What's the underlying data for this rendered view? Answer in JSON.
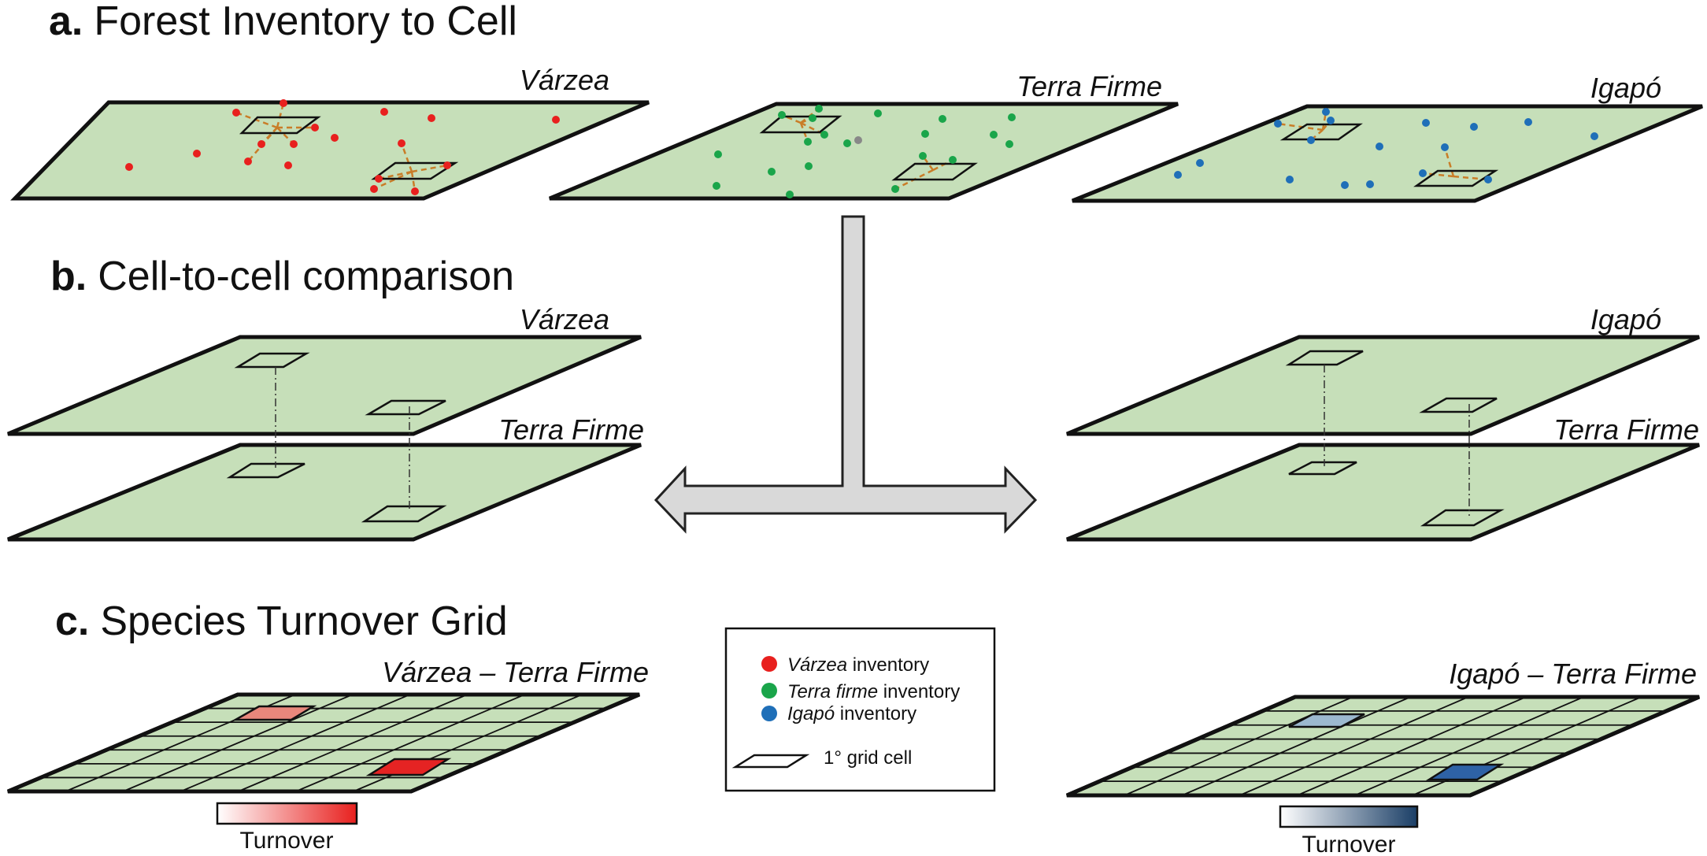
{
  "panels": {
    "a": {
      "letter": "a.",
      "title": "Forest Inventory to Cell"
    },
    "b": {
      "letter": "b.",
      "title": "Cell-to-cell comparison"
    },
    "c": {
      "letter": "c.",
      "title": "Species Turnover Grid"
    }
  },
  "labels": {
    "varzea": "Várzea",
    "terra_firme": "Terra Firme",
    "igapo": "Igapó",
    "varzea_terra_firme": "Várzea – Terra Firme",
    "igapo_terra_firme": "Igapó – Terra Firme"
  },
  "legend": {
    "items": [
      {
        "name_italic": "Várzea",
        "suffix": " inventory",
        "color": "#e8201e"
      },
      {
        "name_italic": "Terra firme",
        "suffix": " inventory",
        "color": "#1aa54a"
      },
      {
        "name_italic": "Igapó",
        "suffix": " inventory",
        "color": "#1f6fb8"
      }
    ],
    "cell_label": "1° grid cell"
  },
  "scales": {
    "varzea": {
      "label": "Turnover",
      "color_low": "#ffffff",
      "color_high": "#e8201e"
    },
    "igapo": {
      "label": "Turnover",
      "color_low": "#ffffff",
      "color_high": "#1a3e66"
    }
  },
  "colors": {
    "plane": "#c6dfb9",
    "link": "#c97d28",
    "arrow": "#d9d9d9",
    "varzea_high_cell": "#e52323",
    "varzea_mid_cell": "#e8877c",
    "igapo_high_cell": "#2e62a6",
    "igapo_mid_cell": "#9cb9cf"
  }
}
